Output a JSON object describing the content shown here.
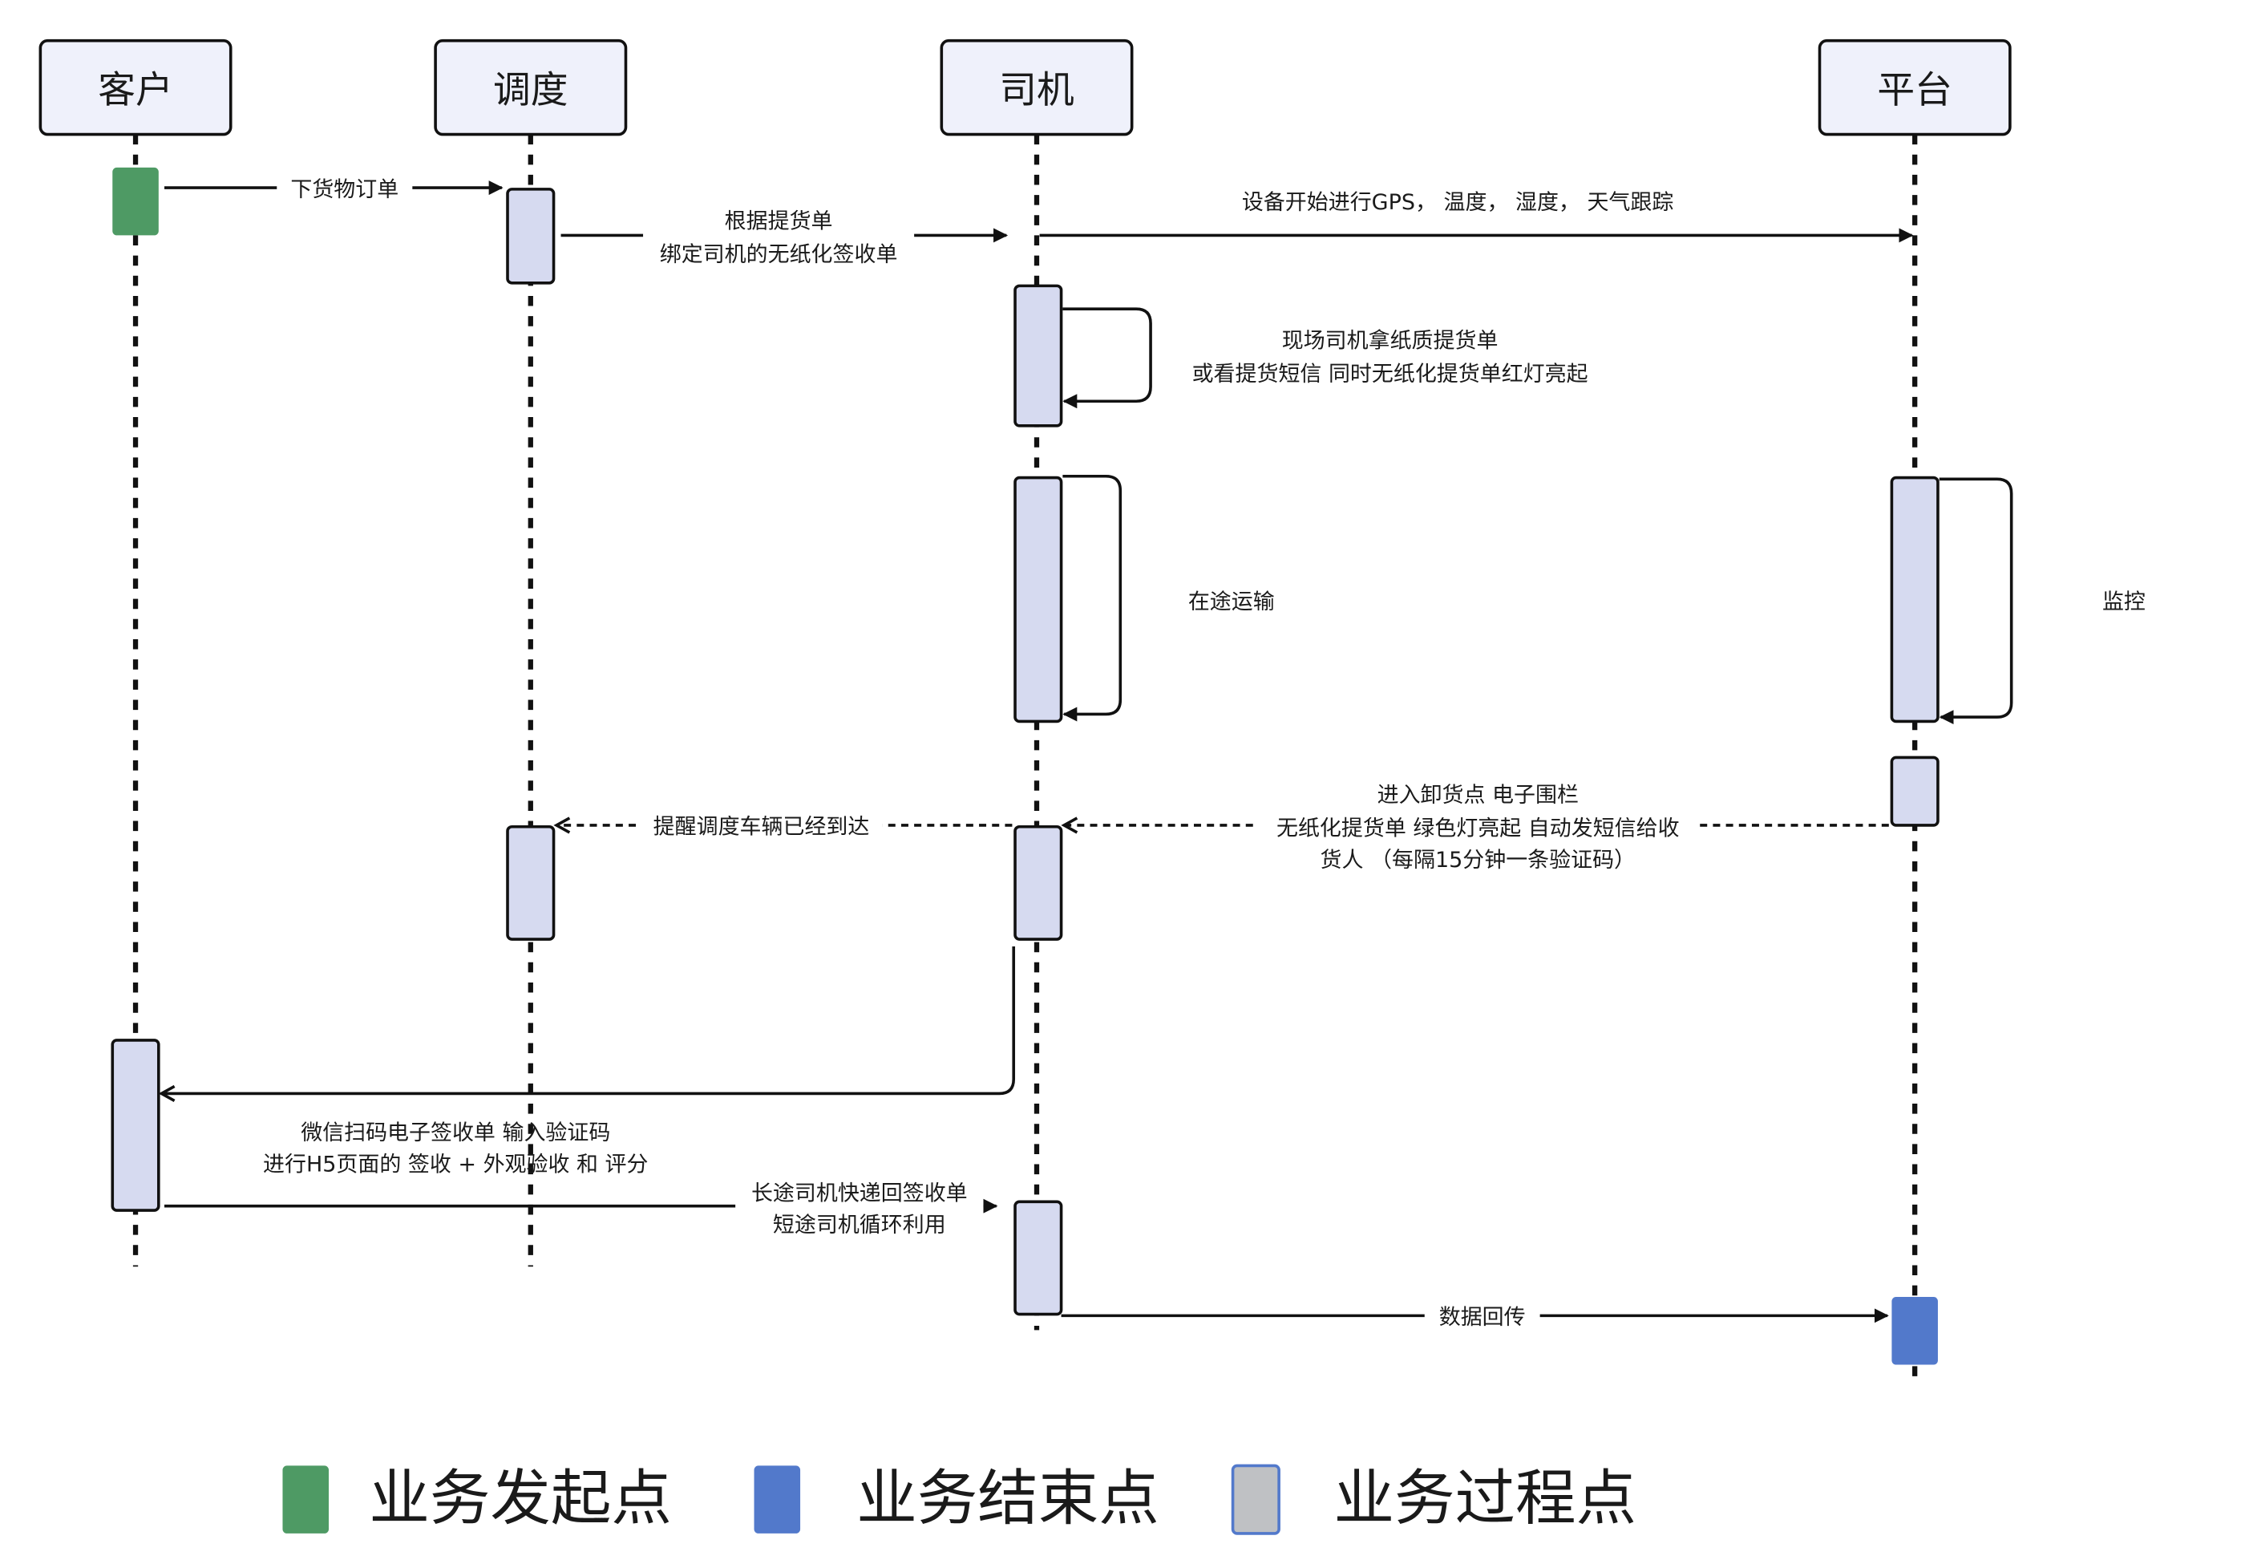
{
  "actors": [
    {
      "id": "customer",
      "label": "客户"
    },
    {
      "id": "dispatcher",
      "label": "调度"
    },
    {
      "id": "driver",
      "label": "司机"
    },
    {
      "id": "platform",
      "label": "平台"
    }
  ],
  "messages": [
    {
      "id": "place-order",
      "lines": [
        "下货物订单"
      ]
    },
    {
      "id": "bind-waybill",
      "lines": [
        "根据提货单",
        "绑定司机的无纸化签收单"
      ]
    },
    {
      "id": "start-tracking",
      "lines": [
        "设备开始进行GPS， 温度， 湿度， 天气跟踪"
      ]
    },
    {
      "id": "driver-pickup",
      "lines": [
        "现场司机拿纸质提货单",
        "或看提货短信 同时无纸化提货单红灯亮起"
      ]
    },
    {
      "id": "in-transit",
      "lines": [
        "在途运输"
      ]
    },
    {
      "id": "monitor",
      "lines": [
        "监控"
      ]
    },
    {
      "id": "enter-geofence",
      "lines": [
        "进入卸货点 电子围栏",
        "无纸化提货单 绿色灯亮起 自动发短信给收",
        "货人 （每隔15分钟一条验证码）"
      ]
    },
    {
      "id": "remind-dispatcher",
      "lines": [
        "提醒调度车辆已经到达"
      ]
    },
    {
      "id": "customer-sign",
      "lines": [
        "微信扫码电子签收单 输入验证码",
        "进行H5页面的 签收 + 外观验收 和 评分"
      ]
    },
    {
      "id": "return-receipt",
      "lines": [
        "长途司机快递回签收单",
        "短途司机循环利用"
      ]
    },
    {
      "id": "data-return",
      "lines": [
        "数据回传"
      ]
    }
  ],
  "legend": [
    {
      "id": "start",
      "label": "业务发起点",
      "color": "#4e9a64"
    },
    {
      "id": "end",
      "label": "业务结束点",
      "color": "#5279cb"
    },
    {
      "id": "process",
      "label": "业务过程点",
      "color": "#bfc1c4"
    }
  ],
  "colors": {
    "actor_fill": "#eff1fb",
    "process_fill": "#d6daf0",
    "start_fill": "#4e9a64",
    "end_fill": "#5279cb",
    "line": "#111111"
  }
}
